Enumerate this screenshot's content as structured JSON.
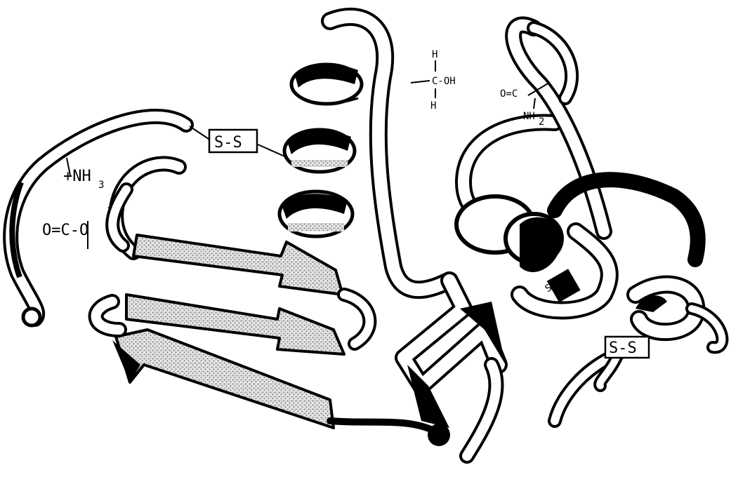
{
  "diagram": {
    "labels": {
      "disulfide_top": "S-S",
      "disulfide_right": "S-S",
      "disulfide_center": "S-S",
      "ammonium": "+NH",
      "ammonium_sub": "3",
      "carboxylate_left": "O=C-O",
      "carboxylate_charge": "-",
      "hydroxymethyl_h_top": "H",
      "hydroxymethyl_c": "C-OH",
      "hydroxymethyl_h_bottom": "H",
      "amide_o": "O=C",
      "amide_n": "NH",
      "amide_sub": "2"
    },
    "colors": {
      "ink": "#000000",
      "paper": "#ffffff",
      "stipple": "#9a9a9a"
    }
  }
}
